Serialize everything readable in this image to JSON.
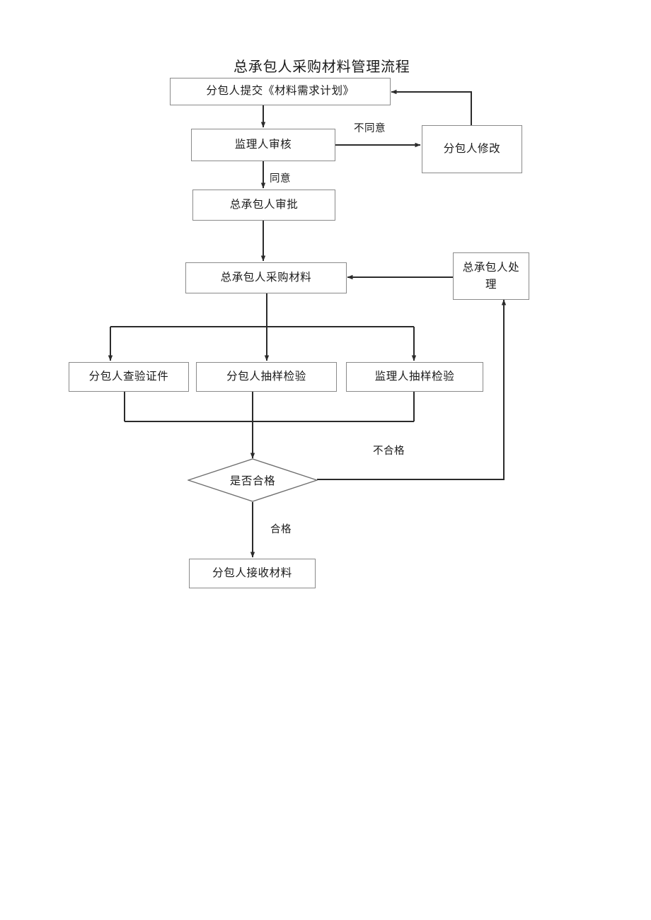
{
  "document": {
    "title": "总承包人采购材料管理流程"
  },
  "flowchart": {
    "type": "flowchart",
    "orientation": "top-to-bottom",
    "nodes": [
      {
        "id": "submit_plan",
        "shape": "process",
        "label": "分包人提交《材料需求计划》"
      },
      {
        "id": "supervisor_review",
        "shape": "process",
        "label": "监理人审核"
      },
      {
        "id": "sub_revise",
        "shape": "process",
        "label": "分包人修改"
      },
      {
        "id": "gc_approve",
        "shape": "process",
        "label": "总承包人审批"
      },
      {
        "id": "gc_purchase",
        "shape": "process",
        "label": "总承包人采购材料"
      },
      {
        "id": "gc_handle",
        "shape": "process",
        "label": "总承包人处理"
      },
      {
        "id": "check_cert",
        "shape": "process",
        "label": "分包人查验证件"
      },
      {
        "id": "sub_sampling",
        "shape": "process",
        "label": "分包人抽样检验"
      },
      {
        "id": "sup_sampling",
        "shape": "process",
        "label": "监理人抽样检验"
      },
      {
        "id": "is_qualified",
        "shape": "decision",
        "label": "是否合格"
      },
      {
        "id": "sub_receive",
        "shape": "process",
        "label": "分包人接收材料"
      }
    ],
    "edges": [
      {
        "from": "submit_plan",
        "to": "supervisor_review",
        "label": ""
      },
      {
        "from": "supervisor_review",
        "to": "sub_revise",
        "label": "不同意"
      },
      {
        "from": "sub_revise",
        "to": "submit_plan",
        "label": ""
      },
      {
        "from": "supervisor_review",
        "to": "gc_approve",
        "label": "同意"
      },
      {
        "from": "gc_approve",
        "to": "gc_purchase",
        "label": ""
      },
      {
        "from": "gc_handle",
        "to": "gc_purchase",
        "label": ""
      },
      {
        "from": "gc_purchase",
        "to": "check_cert",
        "label": ""
      },
      {
        "from": "gc_purchase",
        "to": "sub_sampling",
        "label": ""
      },
      {
        "from": "gc_purchase",
        "to": "sup_sampling",
        "label": ""
      },
      {
        "from": "check_cert",
        "to": "is_qualified",
        "label": ""
      },
      {
        "from": "sub_sampling",
        "to": "is_qualified",
        "label": ""
      },
      {
        "from": "sup_sampling",
        "to": "is_qualified",
        "label": ""
      },
      {
        "from": "is_qualified",
        "to": "gc_handle",
        "label": "不合格"
      },
      {
        "from": "is_qualified",
        "to": "sub_receive",
        "label": "合格"
      }
    ],
    "edge_labels": {
      "disagree": "不同意",
      "agree": "同意",
      "unqualified": "不合格",
      "qualified": "合格"
    },
    "colors": {
      "box_border": "#8a8a8a",
      "connector": "#2b2b2b",
      "text": "#1a1a1a",
      "background": "#ffffff"
    }
  }
}
